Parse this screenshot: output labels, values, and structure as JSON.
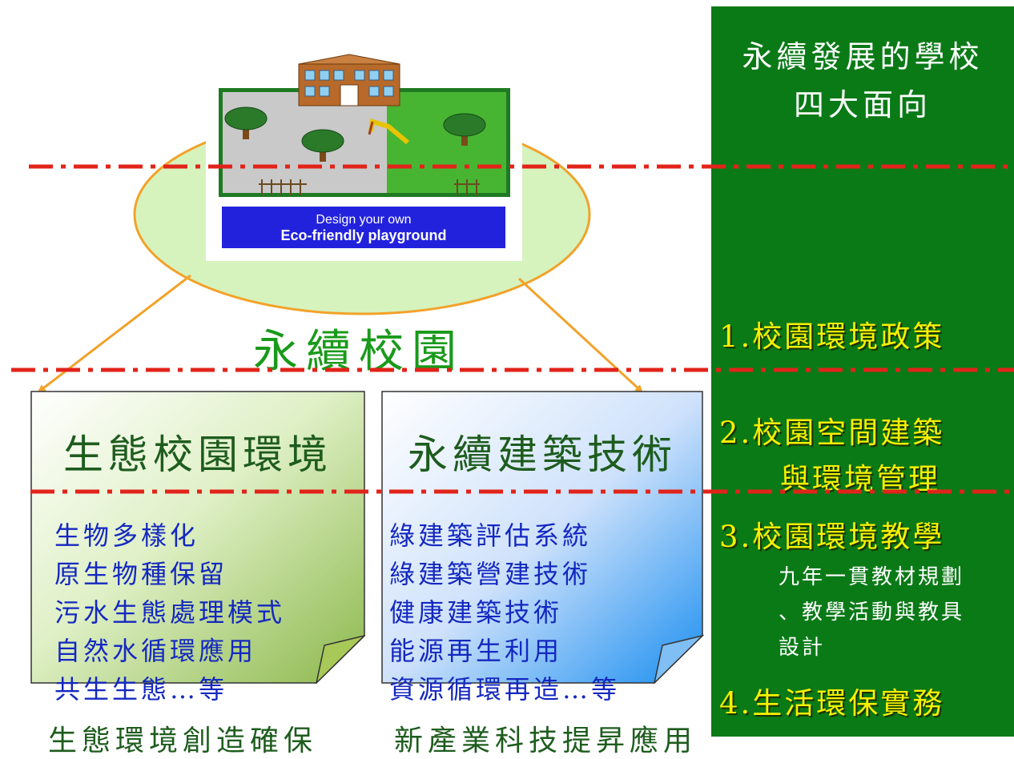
{
  "side_panel": {
    "title_line1": "永續發展的學校",
    "title_line2": "四大面向",
    "aspect1": "1.校園環境政策",
    "aspect2_line1": "2.校園空間建築",
    "aspect2_line2": "與環境管理",
    "aspect3": "3.校園環境教學",
    "aspect3_detail_line1": "九年一貫教材規劃",
    "aspect3_detail_line2": "、教學活動與教具",
    "aspect3_detail_line3": "設計",
    "aspect4": "4.生活環保實務"
  },
  "picture": {
    "banner_line1": "Design your own",
    "banner_line2": "Eco-friendly playground"
  },
  "center_label": "永續校園",
  "left_card": {
    "title": "生態校園環境",
    "items": [
      "生物多樣化",
      "原生物種保留",
      "污水生態處理模式",
      "自然水循環應用",
      "共生生態…等"
    ],
    "caption": "生態環境創造確保"
  },
  "right_card": {
    "title": "永續建築技術",
    "items": [
      "綠建築評估系統",
      "綠建築營建技術",
      "健康建築技術",
      "能源再生利用",
      "資源循環再造…等"
    ],
    "caption": "新產業科技提昇應用"
  },
  "colors": {
    "panel_green": "#0a7a17",
    "highlight_yellow": "#f6f000",
    "dash_red": "#e2231a",
    "item_blue": "#1428c0",
    "title_green": "#1e5c1e"
  }
}
